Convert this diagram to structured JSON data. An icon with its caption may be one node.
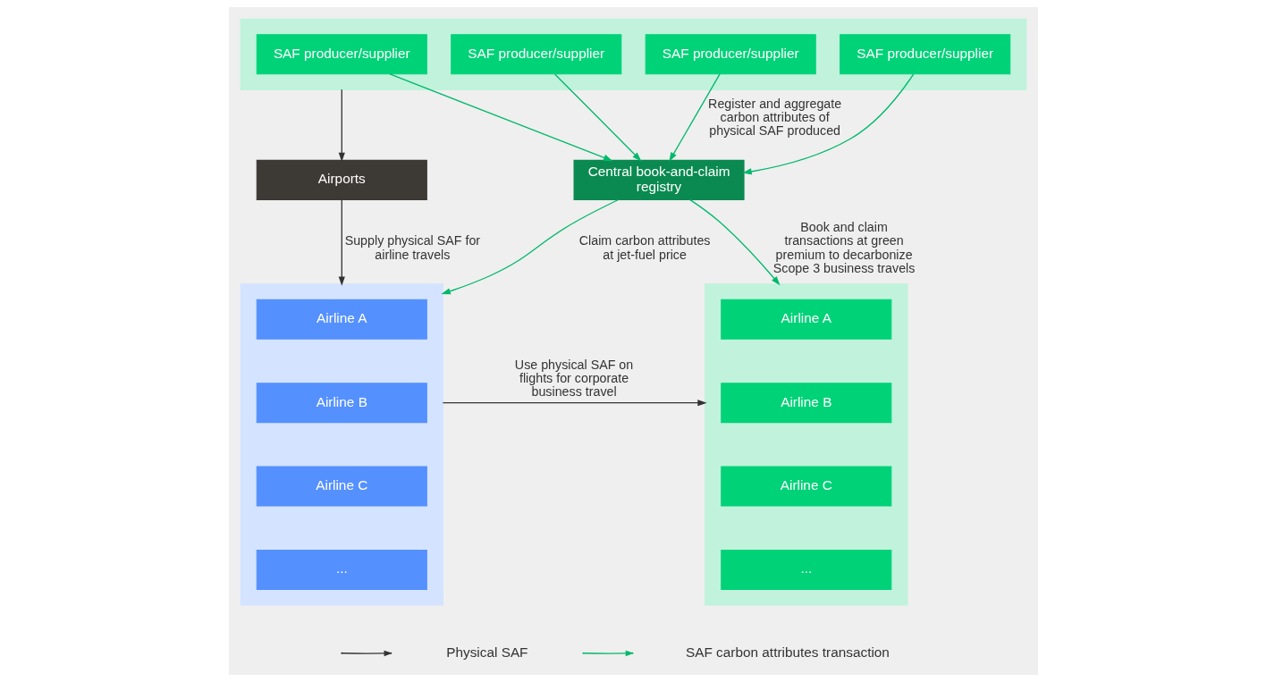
{
  "diagram": {
    "nodes": [
      {
        "text": [],
        "shape": "box"
      },
      {
        "text": [
          "SAF producer/supplier"
        ],
        "in": 0
      },
      {
        "text": [
          "SAF producer/supplier"
        ],
        "in": 0
      },
      {
        "text": [
          "SAF producer/supplier"
        ],
        "in": 0
      },
      {
        "text": [
          "SAF producer/supplier"
        ],
        "in": 0
      },
      {
        "text": [
          "Airports"
        ]
      },
      {
        "text": [
          "Central book-and-claim registry"
        ]
      },
      {
        "text": [],
        "shape": "box"
      },
      {
        "text": [
          "Airline A"
        ],
        "in": 7
      },
      {
        "text": [
          "Airline B"
        ],
        "in": 7
      },
      {
        "text": [
          "Airline C"
        ],
        "in": 7
      },
      {
        "text": [
          "..."
        ],
        "in": 7
      },
      {
        "text": [],
        "shape": "box"
      },
      {
        "text": [
          "Airline A"
        ],
        "in": 12
      },
      {
        "text": [
          "Airline B"
        ],
        "in": 12
      },
      {
        "text": [
          "Airline C"
        ],
        "in": 12
      },
      {
        "text": [
          "..."
        ],
        "in": 12
      }
    ],
    "edges": [
      {
        "from": 0,
        "to": 5,
        "arrow": "to",
        "color": "#333333"
      },
      {
        "from": 1,
        "to": 6,
        "arrow": "to"
      },
      {
        "from": 2,
        "to": 6,
        "arrow": "to"
      },
      {
        "from": 3,
        "to": 6,
        "arrow": "to",
        "label": "Register and aggregate carbon attributes of physical SAF produced"
      },
      {
        "from": 4,
        "to": 6,
        "arrow": "to"
      },
      {
        "from": 6,
        "to": 7,
        "arrow": "to",
        "label": "Claim carbon attributes at jet-fuel price"
      },
      {
        "from": 6,
        "to": 12,
        "arrow": "to",
        "label": "Book and claim transactions at green premium to decarbonize Scope 3 business travels"
      },
      {
        "from": 5,
        "to": 7,
        "arrow": "to",
        "color": "#333333",
        "label": "Supply physical SAF for airline travels"
      },
      {
        "from": 7,
        "to": 12,
        "arrow": "to",
        "color": "#333333",
        "label": "Use physical SAF on flights for corporate business travel"
      }
    ],
    "legend": [
      {
        "text": "Physical SAF"
      },
      {
        "text": "SAF carbon attributes transaction"
      }
    ]
  }
}
